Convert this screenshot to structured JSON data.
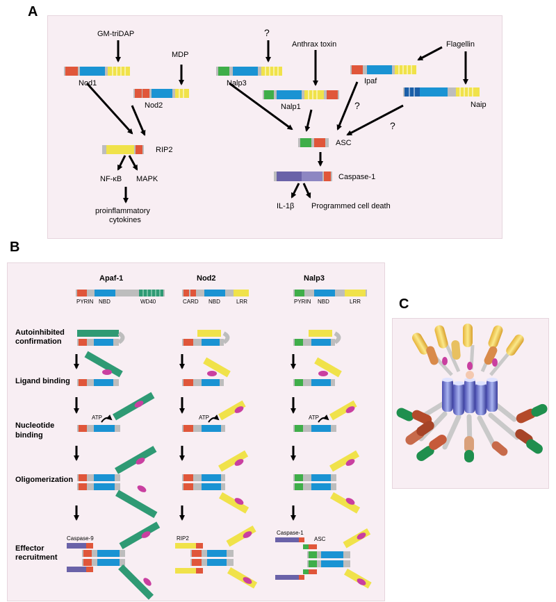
{
  "panels": {
    "a": "A",
    "b": "B",
    "c": "C"
  },
  "panel_a": {
    "inputs": {
      "gm_tridap": "GM-triDAP",
      "mdp": "MDP",
      "question": "?",
      "anthrax": "Anthrax toxin",
      "flagellin": "Flagellin"
    },
    "proteins": {
      "nod1": "Nod1",
      "nod2": "Nod2",
      "nalp3": "Nalp3",
      "nalp1": "Nalp1",
      "ipaf": "Ipaf",
      "naip": "Naip",
      "rip2": "RIP2",
      "asc": "ASC",
      "caspase1": "Caspase-1"
    },
    "outputs": {
      "nfkb": "NF-κB",
      "mapk": "MAPK",
      "cytokines_l1": "proinflammatory",
      "cytokines_l2": "cytokines",
      "il1b": "IL-1β",
      "pcd": "Programmed cell death"
    },
    "question_marks": [
      "?",
      "?"
    ]
  },
  "panel_b": {
    "columns": [
      "Apaf-1",
      "Nod2",
      "Nalp3"
    ],
    "domains": {
      "apaf": [
        "PYRIN",
        "NBD",
        "WD40"
      ],
      "nod2": [
        "CARD",
        "NBD",
        "LRR"
      ],
      "nalp3": [
        "PYRIN",
        "NBD",
        "LRR"
      ]
    },
    "steps": [
      [
        "Autoinhibited",
        "confirmation"
      ],
      [
        "Ligand binding"
      ],
      [
        "Nucleotide",
        "binding"
      ],
      [
        "Oligomerization"
      ],
      [
        "Effector",
        "recruitment"
      ]
    ],
    "atp": "ATP",
    "effectors": {
      "apaf": "Caspase-9",
      "nod2": "RIP2",
      "nalp3_a": "Caspase-1",
      "nalp3_b": "ASC"
    }
  },
  "colors": {
    "card_red": "#e0563a",
    "nbd_blue": "#1a93d3",
    "lrr_yellow": "#f0e24a",
    "wd40_green": "#2f9a74",
    "pyrin_green": "#3fae49",
    "caspase_purple": "#6a62a8",
    "ligand_pink": "#c93fa0",
    "background": "#f8eef3"
  }
}
